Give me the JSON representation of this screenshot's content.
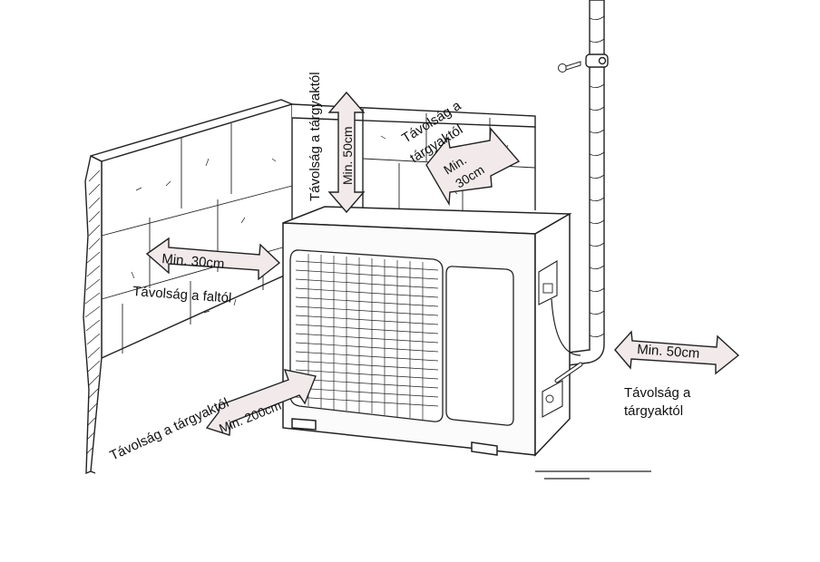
{
  "labels": {
    "top_vertical_caption": "Távolság a tárgyaktól",
    "top_vertical_min": "Min. 50cm",
    "top_right_caption_line1": "Távolság a",
    "top_right_caption_line2": "tárgyaktól",
    "top_right_min_line1": "Min.",
    "top_right_min_line2": "30cm",
    "left_min": "Min. 30cm",
    "left_caption": "Távolság a faltól",
    "front_min": "Min. 200cm",
    "front_caption": "Távolság a tárgyaktól",
    "right_min": "Min. 50cm",
    "right_caption_line1": "Távolság a",
    "right_caption_line2": "tárgyaktól"
  },
  "colors": {
    "line": "#222222",
    "arrow_fill": "#f2eaea",
    "wall_fill": "#ffffff",
    "unit_fill": "#fbfbfb"
  }
}
